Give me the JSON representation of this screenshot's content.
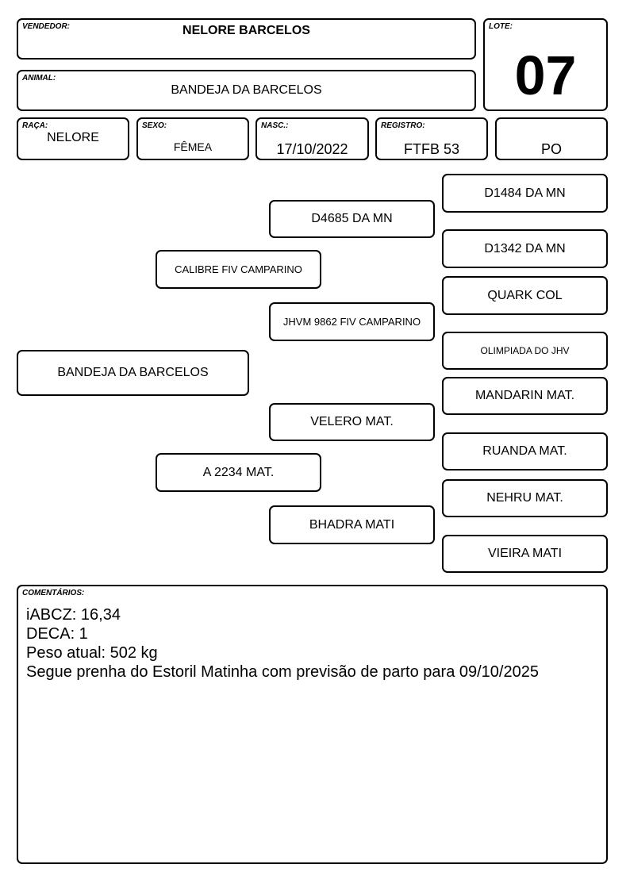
{
  "header": {
    "vendor_label": "VENDEDOR:",
    "vendor_value": "NELORE BARCELOS",
    "lot_label": "LOTE:",
    "lot_value": "07",
    "animal_label": "ANIMAL:",
    "animal_value": "BANDEJA DA BARCELOS"
  },
  "details": {
    "breed_label": "RAÇA:",
    "breed_value": "NELORE",
    "sex_label": "SEXO:",
    "sex_value": "FÊMEA",
    "birth_label": "NASC.:",
    "birth_value": "17/10/2022",
    "registry_label": "REGISTRO:",
    "registry_value": "FTFB 53",
    "category_value": "PO"
  },
  "pedigree": {
    "animal": "BANDEJA DA BARCELOS",
    "sire": "CALIBRE FIV CAMPARINO",
    "dam": "A 2234 MAT.",
    "sire_sire": "D4685 DA MN",
    "sire_dam": "JHVM 9862 FIV CAMPARINO",
    "dam_sire": "VELERO MAT.",
    "dam_dam": "BHADRA MATI",
    "ggp": [
      "D1484 DA MN",
      "D1342 DA MN",
      "QUARK COL",
      "OLIMPIADA DO JHV",
      "MANDARIN MAT.",
      "RUANDA MAT.",
      "NEHRU MAT.",
      "VIEIRA MATI"
    ]
  },
  "comments": {
    "label": "COMENTÁRIOS:",
    "lines": [
      "iABCZ: 16,34",
      "DECA: 1",
      "Peso atual: 502 kg",
      "Segue prenha do Estoril Matinha com previsão de parto para 09/10/2025"
    ]
  }
}
